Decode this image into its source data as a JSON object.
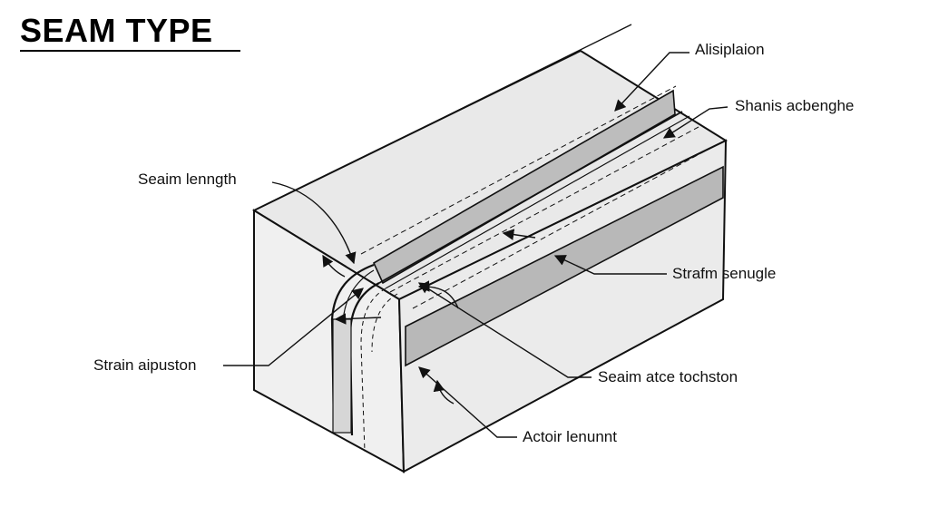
{
  "title": "SEAM TYPE",
  "labels": {
    "alisiplaion": "Alisiplaion",
    "shanis_acbenghe": "Shanis acbenghe",
    "seaim_lenngth": "Seaim lenngth",
    "strafm_senugle": "Strafm senugle",
    "strain_aipuston": "Strain aipuston",
    "seaim_atce_tochston": "Seaim atce tochston",
    "actoir_lenunnt": "Actoir lenunnt"
  },
  "colors": {
    "top_face": "#e9e9e9",
    "front_face": "#ebebeb",
    "side_face": "#f0f0f0",
    "seam_strip": "#bdbdbd",
    "band": "#b8b8b8",
    "line": "#111111"
  }
}
